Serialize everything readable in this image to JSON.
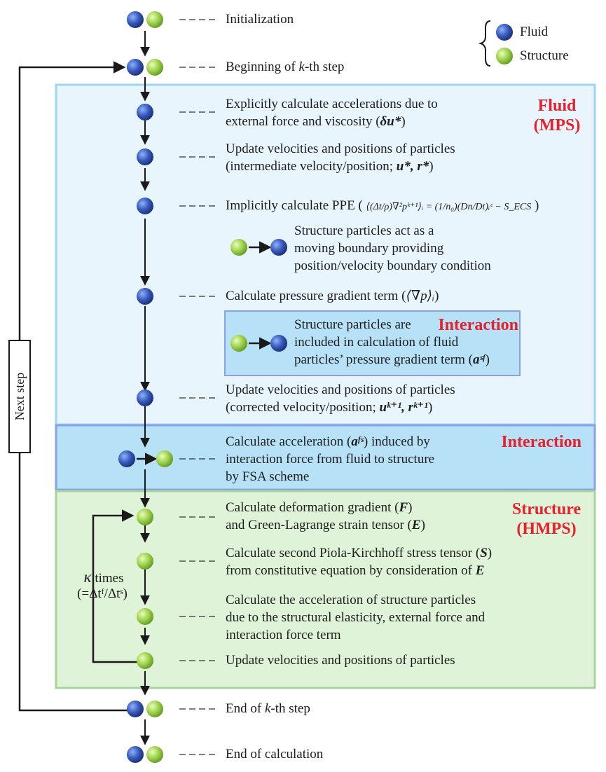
{
  "legend": {
    "fluid_label": "Fluid",
    "structure_label": "Structure",
    "colors": {
      "fluid": "#2f4fa8",
      "structure": "#8cc63f"
    }
  },
  "regions": {
    "fluid_title": "Fluid",
    "fluid_subtitle": "(MPS)",
    "interaction_title_1": "Interaction",
    "interaction_title_2": "Interaction",
    "structure_title": "Structure",
    "structure_subtitle": "(HMPS)",
    "colors": {
      "fluid_bg": "#e8f5fc",
      "fluid_border": "#9dd6f0",
      "interaction_bg": "#b6e1f6",
      "interaction_border": "#8aa0e8",
      "structure_bg": "#dff3d8",
      "structure_border": "#a6d49a",
      "title_color": "#e8202c"
    }
  },
  "steps": {
    "initialization": "Initialization",
    "beginning_prefix": "Beginning of",
    "k_var": "k",
    "beginning_suffix": "-th step",
    "fluid_1_line1": "Explicitly calculate accelerations due to",
    "fluid_1_line2": "external force and viscosity (",
    "fluid_1_sym": "δu*",
    "fluid_1_close": ")",
    "fluid_2_line1": "Update velocities and positions of particles",
    "fluid_2_line2": "(intermediate velocity/position;",
    "fluid_2_sym": "u*, r*",
    "fluid_2_close": ")",
    "fluid_3_text": "Implicitly calculate PPE (",
    "fluid_3_close": ")",
    "ppe_eq": "⟨(Δt/ρ)∇²pᵏ⁺¹⟩ᵢ = (1/n₀)(Dn/Dt)ᵢᶜ − S_ECS",
    "boundary_line1": "Structure particles act as a",
    "boundary_line2": "moving boundary providing",
    "boundary_line3": "position/velocity boundary condition",
    "fluid_4_text": "Calculate pressure gradient term (",
    "fluid_4_sym": "⟨∇p⟩ᵢ",
    "fluid_4_close": ")",
    "sf_line1": "Structure particles are",
    "sf_line2": "included in calculation of fluid",
    "sf_line3": "particles’ pressure gradient term (",
    "sf_sym": "aˢᶠ",
    "sf_close": ")",
    "fluid_5_line1": "Update velocities and positions of particles",
    "fluid_5_line2": "(corrected velocity/position;",
    "fluid_5_sym": "uᵏ⁺¹, rᵏ⁺¹",
    "fluid_5_close": ")",
    "fs_line1a": "Calculate acceleration (",
    "fs_sym": "aᶠˢ",
    "fs_line1b": ") induced by",
    "fs_line2": "interaction force from fluid to structure",
    "fs_line3": "by FSA scheme",
    "struct_1_line1": "Calculate deformation gradient (",
    "struct_1_sym1": "F",
    "struct_1_close1": ")",
    "struct_1_line2": "and Green-Lagrange strain tensor (",
    "struct_1_sym2": "E",
    "struct_1_close2": ")",
    "struct_2_line1": "Calculate second Piola-Kirchhoff stress tensor (",
    "struct_2_sym1": "S",
    "struct_2_close1": ")",
    "struct_2_line2": "from constitutive equation by consideration of",
    "struct_2_sym2": "E",
    "struct_3_line1": "Calculate the acceleration of structure particles",
    "struct_3_line2": "due to the structural elasticity, external force and",
    "struct_3_line3": "interaction force term",
    "struct_4_text": "Update velocities and positions of particles",
    "end_prefix": "End of",
    "end_suffix": "-th step",
    "end_calc": "End of calculation"
  },
  "loops": {
    "next_step": "Next step",
    "kappa_sym": "κ",
    "kappa_times": "times",
    "kappa_ratio": "(=Δtᶠ/Δtˢ)"
  }
}
